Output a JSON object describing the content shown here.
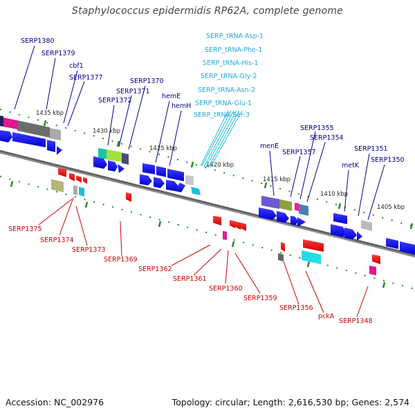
{
  "title": "Staphylococcus epidermidis RP62A, complete genome",
  "footer": {
    "accession": "Accession: NC_002976",
    "summary": "Topology: circular; Length: 2,616,530 bp; Genes: 2,574"
  },
  "colors": {
    "forward_label": "#00008b",
    "reverse_label": "#cc0000",
    "trna_label": "#22aadd",
    "cds": "#1a1aee",
    "backbone": "#707070",
    "tick": "#228b22"
  },
  "scale_labels": [
    "1435 kbp",
    "1430 kbp",
    "1425 kbp",
    "1420 kbp",
    "1415 kbp",
    "1410 kbp",
    "1405 kbp"
  ],
  "forward_genes": [
    "SERP1380",
    "SERP1379",
    "cbf1",
    "SERP1377",
    "SERP1370",
    "SERP1371",
    "SERP1372",
    "hemE",
    "hemH",
    "menE",
    "SERP1357",
    "SERP1355",
    "SERP1354",
    "metK",
    "SERP1351",
    "SERP1350"
  ],
  "trna_genes": [
    "SERP_tRNA-Asp-1",
    "SERP_tRNA-Phe-1",
    "SERP_tRNA-His-1",
    "SERP_tRNA-Gly-2",
    "SERP_tRNA-Asn-2",
    "SERP_tRNA-Glu-1",
    "SERP_tRNA-Ser-3"
  ],
  "reverse_genes": [
    "SERP1375",
    "SERP1374",
    "SERP1373",
    "SERP1369",
    "SERP1362",
    "SERP1361",
    "SERP1360",
    "SERP1359",
    "SERP1356",
    "pckA",
    "SERP1348"
  ]
}
